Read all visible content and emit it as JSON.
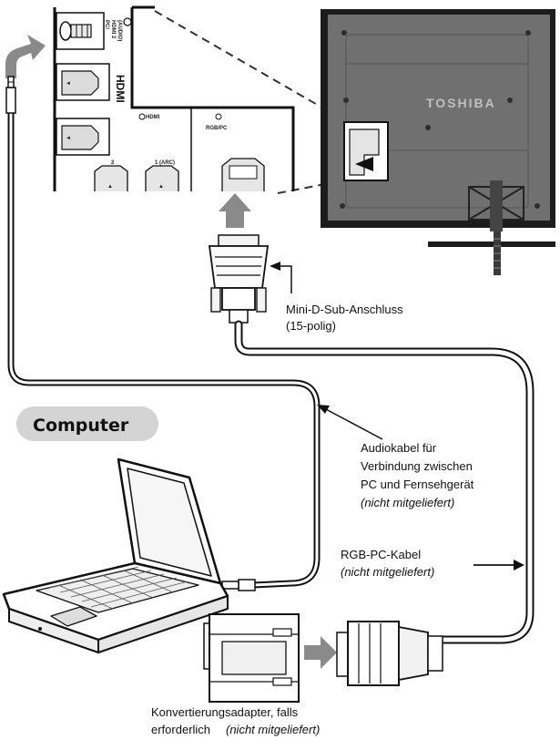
{
  "panel": {
    "pc_hdmi_audio": [
      "PC/",
      "HDMI 2",
      "(AUDIO)"
    ],
    "hdmi_logo": "HDMI",
    "hdmi_label": "HDMI",
    "rgbpc_label": "RGB/PC",
    "port_2": "2",
    "port_1arc": "1 (ARC)",
    "port_side_mark": "▲"
  },
  "tv": {
    "brand": "TOSHIBA"
  },
  "computer": {
    "label": "Computer"
  },
  "callouts": {
    "minidsub": [
      "Mini-D-Sub-Anschluss",
      "(15-polig)"
    ],
    "audio_cable": [
      "Audiokabel für",
      "Verbindung zwischen",
      "PC und Fernsehgerät"
    ],
    "audio_cable_note": "(nicht mitgeliefert)",
    "rgb_cable": "RGB-PC-Kabel",
    "rgb_cable_note": "(nicht mitgeliefert)",
    "adapter": "Konvertierungsadapter, falls",
    "adapter_line2": "erforderlich",
    "adapter_note": "(nicht mitgeliefert)"
  },
  "colors": {
    "tv_body": "#6f6f6f",
    "tv_frame": "#1c1c1c",
    "arrow": "#8a8a8a",
    "pill": "#d4d4d4",
    "line": "#111111"
  }
}
